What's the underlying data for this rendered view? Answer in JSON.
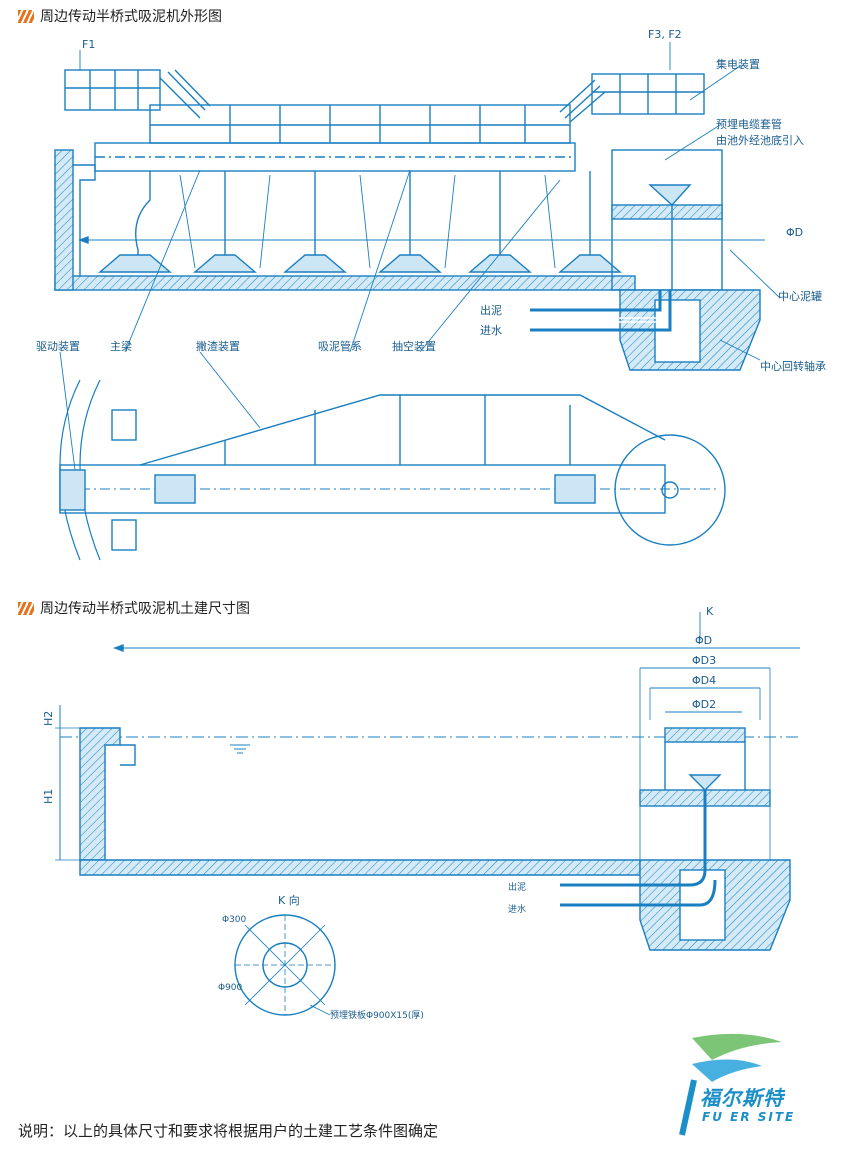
{
  "sections": {
    "top_title": "周边传动半桥式吸泥机外形图",
    "bottom_title": "周边传动半桥式吸泥机土建尺寸图"
  },
  "top_labels": {
    "f1": "F1",
    "f3f2": "F3, F2",
    "collector": "集电装置",
    "cable_sleeve": "预埋电缆套管",
    "cable_route": "由池外经池底引入",
    "phi_d": "ΦD",
    "center_tank": "中心泥罐",
    "out_mud": "出泥",
    "in_water": "进水",
    "center_bearing": "中心回转轴承",
    "drive": "驱动装置",
    "main_beam": "主梁",
    "scum": "撇渣装置",
    "suction_pipe": "吸泥管系",
    "pump": "抽空装置"
  },
  "bottom_labels": {
    "k": "K",
    "phi_d": "ΦD",
    "phi_d3": "ΦD3",
    "phi_d4": "ΦD4",
    "phi_d2": "ΦD2",
    "h2": "H2",
    "h1": "H1",
    "out_mud": "出泥",
    "in_water": "进水",
    "k_view": "K 向",
    "d300": "Φ300",
    "d900": "Φ900",
    "plate": "预埋铁板Φ900X15(厚)"
  },
  "note": "说明：以上的具体尺寸和要求将根据用户的土建工艺条件图确定",
  "logo": {
    "cn": "福尔斯特",
    "en": "FU ER SITE"
  },
  "colors": {
    "line": "#1a7fc0",
    "fill": "#cde6f5",
    "accent": "#e8731c"
  }
}
